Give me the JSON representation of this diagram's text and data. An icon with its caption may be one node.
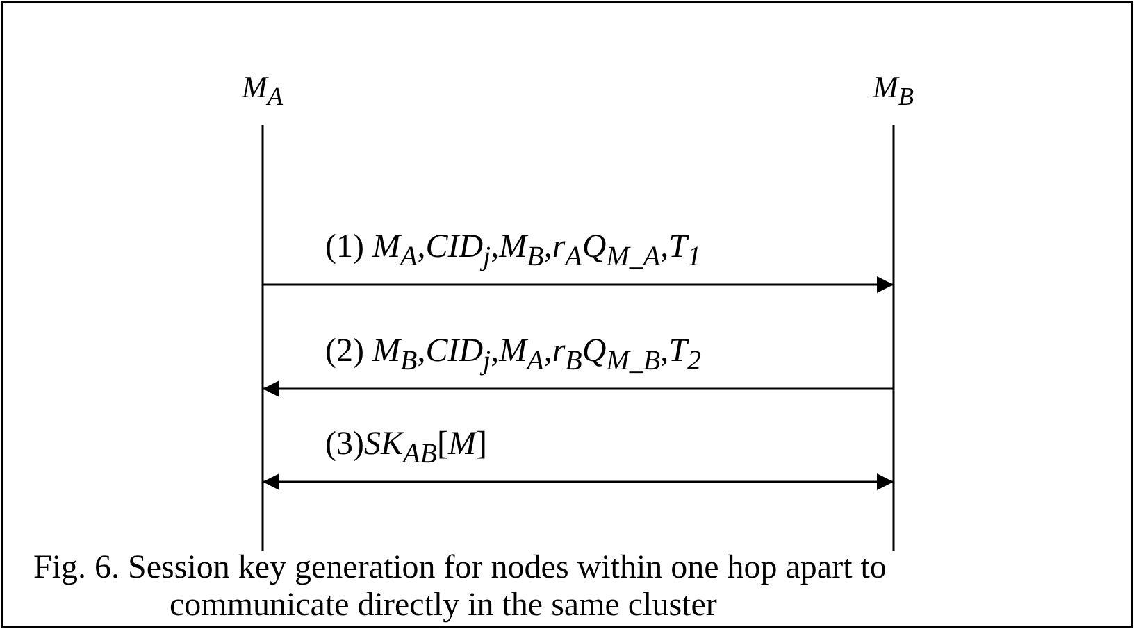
{
  "diagram": {
    "caption": "Fig. 6. Session key generation for nodes within one hop apart to communicate directly in the same cluster",
    "nodes": [
      {
        "text": [
          "*M*$_{A}$"
        ]
      },
      {
        "text": [
          "*M*$_{B}$"
        ]
      }
    ],
    "edges": [
      {
        "from": 0,
        "to": 1,
        "arrow": "to",
        "label": "(1) *M*$_{A}$,*CID*$_{j}$,*M*$_{B}$,*r*$_{A}$*Q*$_{M_A}$,*T*$_{1}$"
      },
      {
        "from": 1,
        "to": 0,
        "arrow": "to",
        "label": "(2) *M*$_{B}$,*CID*$_{j}$,*M*$_{A}$,*r*$_{B}$*Q*$_{M_B}$,*T*$_{2}$"
      },
      {
        "from": 0,
        "to": 1,
        "arrow": "both",
        "label": "(3)*SK*$_{AB}$[*M*]"
      }
    ]
  }
}
